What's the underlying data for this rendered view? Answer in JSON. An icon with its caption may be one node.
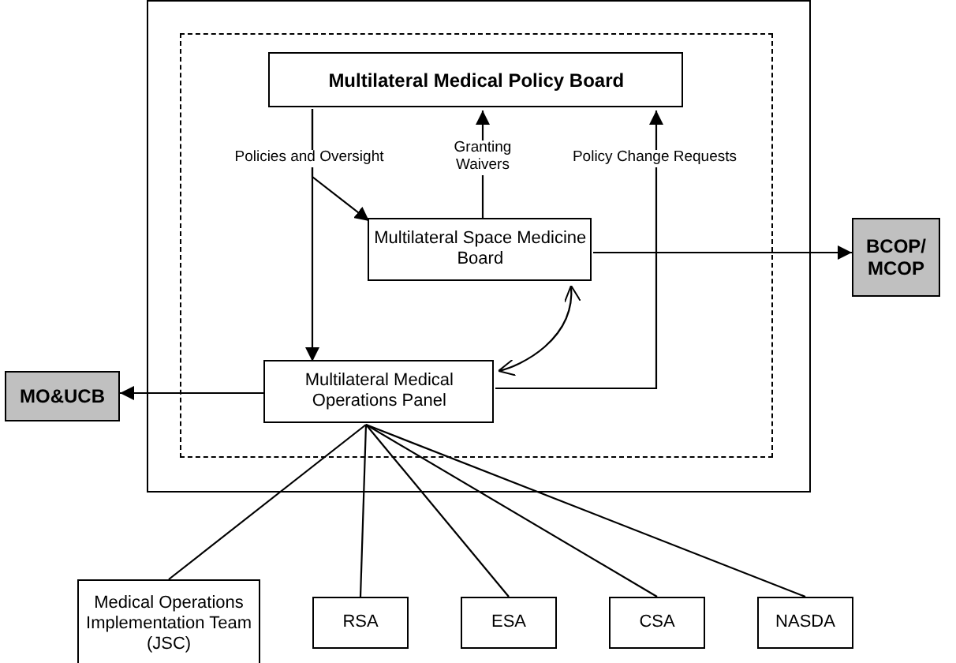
{
  "diagram": {
    "nodes": [
      {
        "text": [],
        "shape": "box"
      },
      {
        "text": [],
        "shape": "box",
        "in": 0
      },
      {
        "text": [
          "Multilateral Medical Policy Board"
        ],
        "in": 1
      },
      {
        "text": [
          "Multilateral Space Medicine Board"
        ],
        "in": 1
      },
      {
        "text": [
          "Multilateral Medical Operations Panel"
        ],
        "in": 1
      },
      {
        "text": [
          "MO&UCB"
        ]
      },
      {
        "text": [
          "BCOP/ MCOP"
        ]
      },
      {
        "text": [
          "Medical Operations Implementation Team (JSC)"
        ]
      },
      {
        "text": [
          "RSA"
        ]
      },
      {
        "text": [
          "ESA"
        ]
      },
      {
        "text": [
          "CSA"
        ]
      },
      {
        "text": [
          "NASDA"
        ]
      }
    ],
    "edges": [
      {
        "from": 2,
        "to": 4,
        "arrow": "to",
        "label": "Policies and Oversight"
      },
      {
        "from": 2,
        "to": 3,
        "arrow": "to"
      },
      {
        "from": 3,
        "to": 2,
        "arrow": "to",
        "label": "Granting Waivers"
      },
      {
        "from": 4,
        "to": 2,
        "arrow": "to",
        "label": "Policy Change Requests"
      },
      {
        "from": 3,
        "to": 6,
        "arrow": "to"
      },
      {
        "from": 4,
        "to": 3,
        "arrow": "both"
      },
      {
        "from": 4,
        "to": 5,
        "arrow": "to"
      },
      {
        "from": 4,
        "to": 7,
        "arrow": "none"
      },
      {
        "from": 4,
        "to": 8,
        "arrow": "none"
      },
      {
        "from": 4,
        "to": 9,
        "arrow": "none"
      },
      {
        "from": 4,
        "to": 10,
        "arrow": "none"
      },
      {
        "from": 4,
        "to": 11,
        "arrow": "none"
      }
    ]
  }
}
